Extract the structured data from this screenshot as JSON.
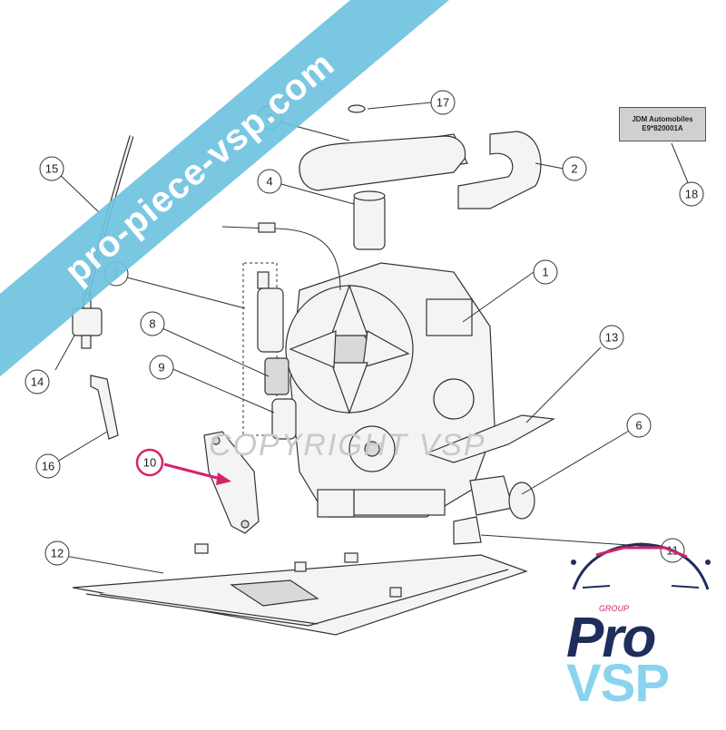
{
  "watermark": {
    "text": "pro-piece-vsp.com"
  },
  "copyright_watermark": "COPYRIGHT VSP",
  "label_plate": {
    "line1": "JDM Automobiles",
    "line2": "E9*820001A"
  },
  "callouts": [
    "1",
    "2",
    "3",
    "4",
    "6",
    "7",
    "8",
    "9",
    "10",
    "11",
    "12",
    "13",
    "14",
    "15",
    "16",
    "17",
    "18"
  ],
  "highlighted_part": "10",
  "logo": {
    "group": "GROUP",
    "pro": "Pro",
    "vsp": "VSP"
  },
  "colors": {
    "highlight": "#d6226b",
    "watermark_band": "#6fc3e0",
    "logo_navy": "#1f2d5c",
    "logo_light": "#8ad3ee"
  }
}
